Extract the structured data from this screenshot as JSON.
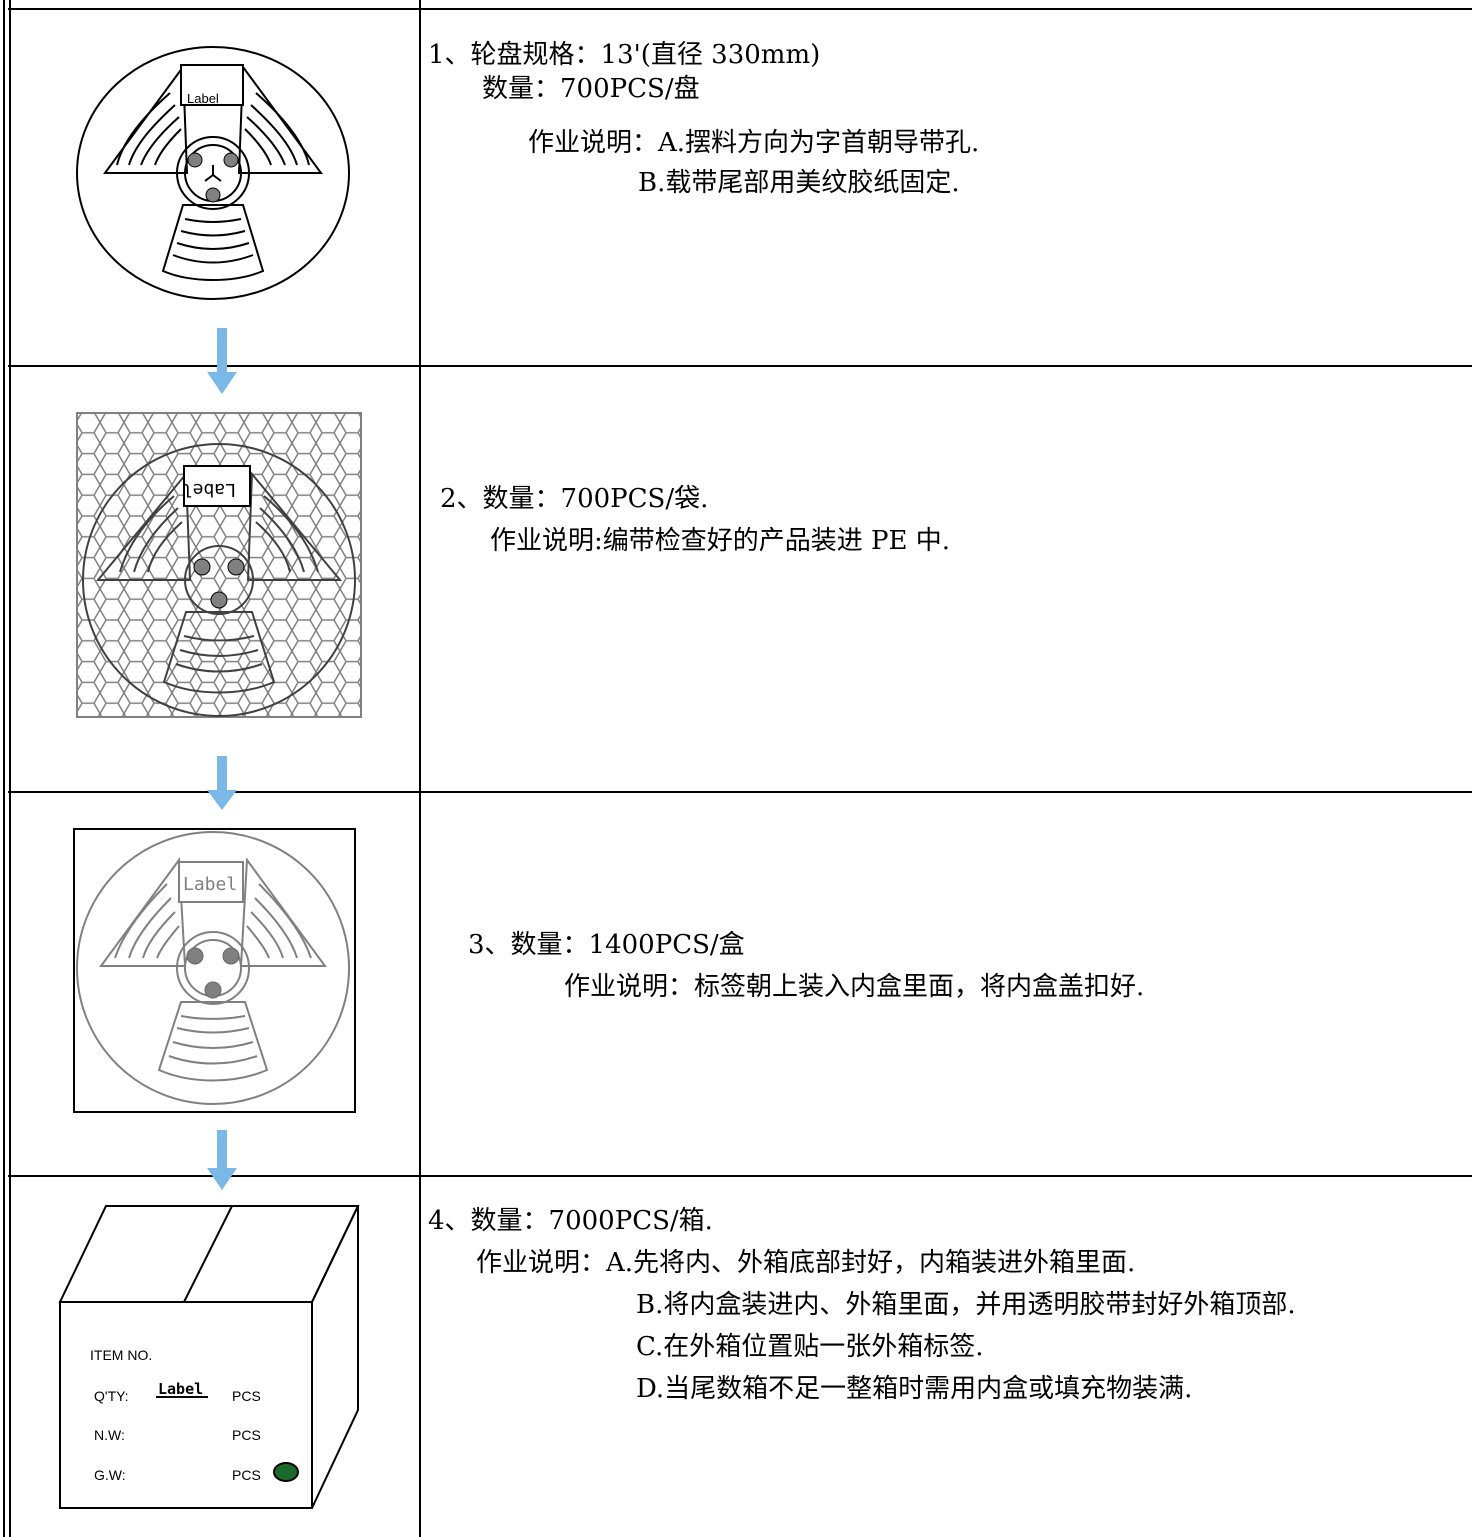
{
  "steps": [
    {
      "lines": [
        "1、轮盘规格：13'(直径 330mm)",
        "数量：700PCS/盘",
        "作业说明：A.摆料方向为字首朝导带孔.",
        "B.载带尾部用美纹胶纸固定."
      ],
      "image_label": "Label"
    },
    {
      "lines": [
        "2、数量：700PCS/袋.",
        "作业说明:编带检查好的产品装进 PE 中."
      ],
      "image_label": "Label"
    },
    {
      "lines": [
        "3、数量：1400PCS/盒",
        "作业说明：标签朝上装入内盒里面，将内盒盖扣好."
      ],
      "image_label": "Label"
    },
    {
      "lines": [
        "4、数量：7000PCS/箱.",
        "作业说明：A.先将内、外箱底部封好，内箱装进外箱里面.",
        "B.将内盒装进内、外箱里面，并用透明胶带封好外箱顶部.",
        "C.在外箱位置贴一张外箱标签.",
        "D.当尾数箱不足一整箱时需用内盒或填充物装满."
      ],
      "box": {
        "item_no": "ITEM NO.",
        "qty": "Q'TY:",
        "label": "Label",
        "nw": "N.W:",
        "gw": "G.W:",
        "pcs": "PCS"
      }
    }
  ],
  "colors": {
    "arrow": "#7ab8e8",
    "line": "#000000",
    "gray": "#808080"
  },
  "icons": [
    "reel-icon",
    "bagged-reel-icon",
    "boxed-reel-icon",
    "carton-box-icon",
    "down-arrow-icon"
  ]
}
